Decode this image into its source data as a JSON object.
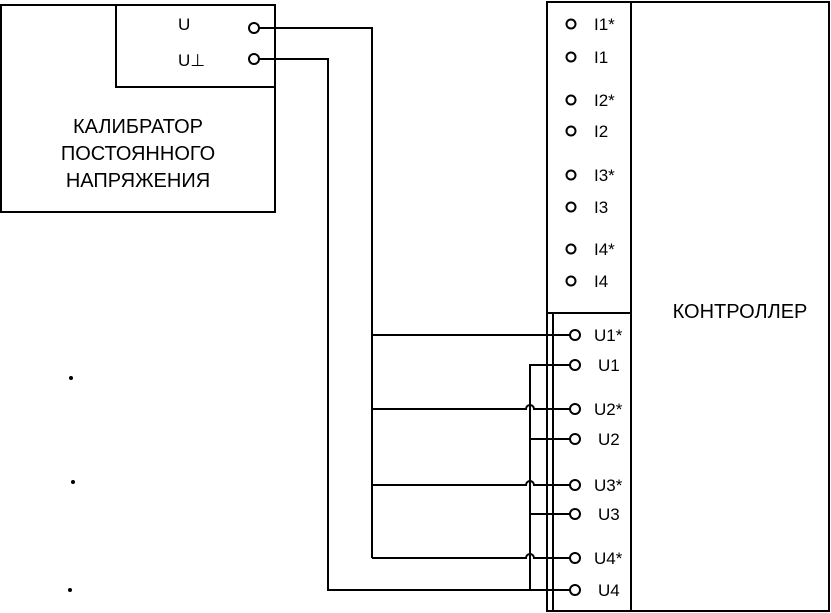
{
  "calibrator": {
    "title_lines": [
      "КАЛИБРАТОР",
      "ПОСТОЯННОГО",
      "НАПРЯЖЕНИЯ"
    ],
    "terminals": [
      "U",
      "U⊥"
    ]
  },
  "controller": {
    "title": "КОНТРОЛЛЕР",
    "current_terminals": [
      "I1*",
      "I1",
      "I2*",
      "I2",
      "I3*",
      "I3",
      "I4*",
      "I4"
    ],
    "voltage_terminals": [
      "U1*",
      "U1",
      "U2*",
      "U2",
      "U3*",
      "U3",
      "U4*",
      "U4"
    ]
  }
}
